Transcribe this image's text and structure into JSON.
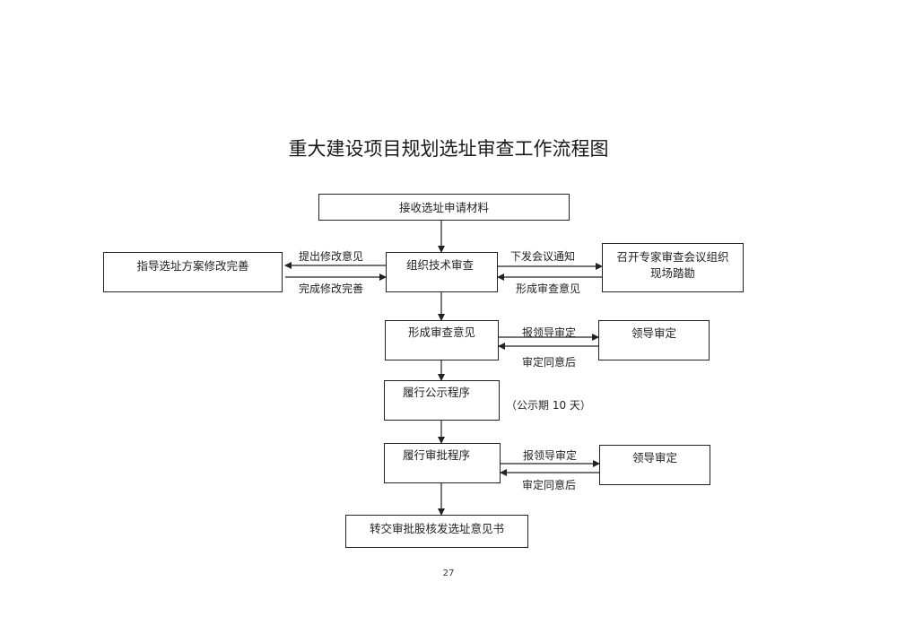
{
  "title": "重大建设项目规划选址审查工作流程图",
  "boxes": {
    "receive": "接收选址申请材料",
    "organize": "组织技术审查",
    "guide": "指导选址方案修改完善",
    "expert_line1": "召开专家审查会议组织",
    "expert_line2": "现场踏勘",
    "opinion": "形成审查意见",
    "leader1": "领导审定",
    "publicity": "履行公示程序",
    "approval": "履行审批程序",
    "leader2": "领导审定",
    "transfer": "转交审批股核发选址意见书"
  },
  "labels": {
    "propose_mod": "提出修改意见",
    "complete_mod": "完成修改完善",
    "issue_notice": "下发会议通知",
    "form_opinion": "形成审查意见",
    "report1": "报领导审定",
    "approved1": "审定同意后",
    "public_period": "（公示期 10 天）",
    "report2": "报领导审定",
    "approved2": "审定同意后"
  },
  "page_number": "27"
}
